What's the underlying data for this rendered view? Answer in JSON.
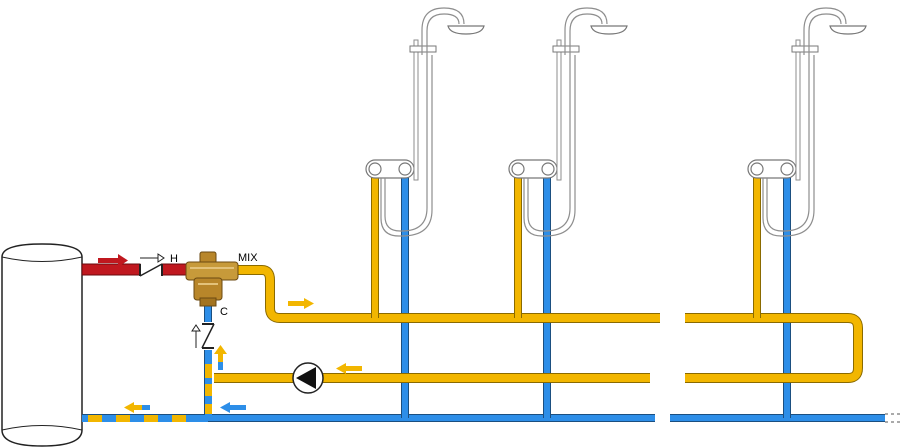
{
  "labels": {
    "hot": "H",
    "mix": "MIX",
    "cold": "C"
  },
  "colors": {
    "hot": "#c0181f",
    "mixed": "#f2b600",
    "cold": "#2d8ee8",
    "valve_brass": "#c79a3a",
    "outline": "#222222",
    "fixture": "#9a9a9a"
  },
  "icons": {
    "tank": "storage-tank-icon",
    "check_valve": "check-valve-icon",
    "mixing_valve": "thermostatic-mixing-valve-icon",
    "pump": "circulation-pump-icon",
    "shower": "shower-head-icon",
    "flow_arrow": "flow-arrow-icon"
  }
}
